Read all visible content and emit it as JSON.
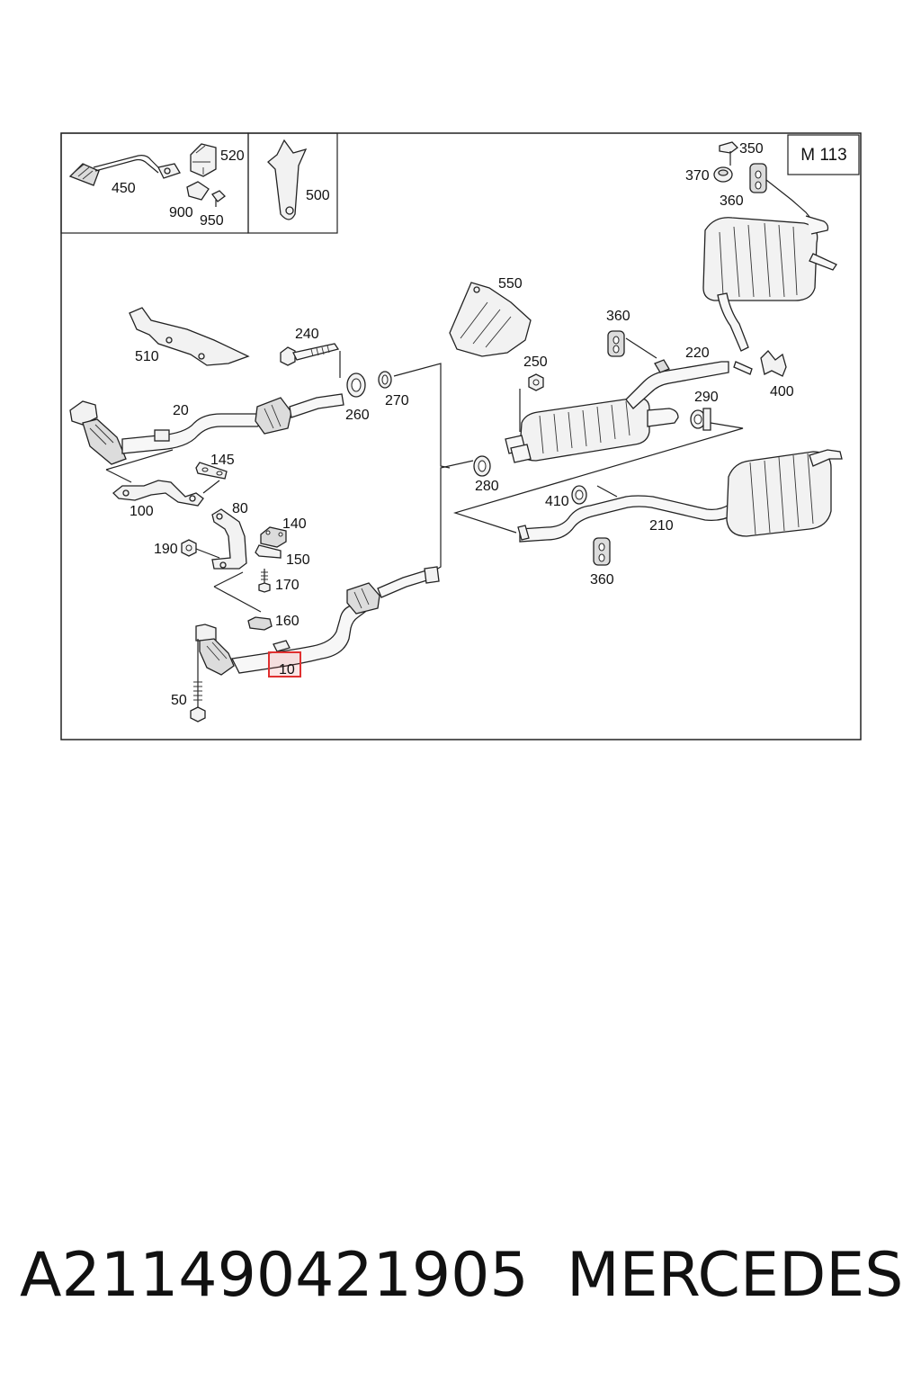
{
  "engine_label": "M 113",
  "part_number": "A211490421905",
  "brand": "MERCEDES",
  "highlight_color": "#e03030",
  "highlighted_callout": "10",
  "callouts": {
    "c450": "450",
    "c520": "520",
    "c900": "900",
    "c950": "950",
    "c500": "500",
    "c350": "350",
    "c370": "370",
    "c360a": "360",
    "c550": "550",
    "c510": "510",
    "c240": "240",
    "c260": "260",
    "c270": "270",
    "c20": "20",
    "c360b": "360",
    "c220": "220",
    "c400": "400",
    "c250": "250",
    "c290": "290",
    "c145": "145",
    "c100": "100",
    "c280": "280",
    "c410": "410",
    "c80": "80",
    "c140": "140",
    "c210": "210",
    "c190": "190",
    "c150": "150",
    "c360c": "360",
    "c170": "170",
    "c160": "160",
    "c10": "10",
    "c50": "50"
  }
}
